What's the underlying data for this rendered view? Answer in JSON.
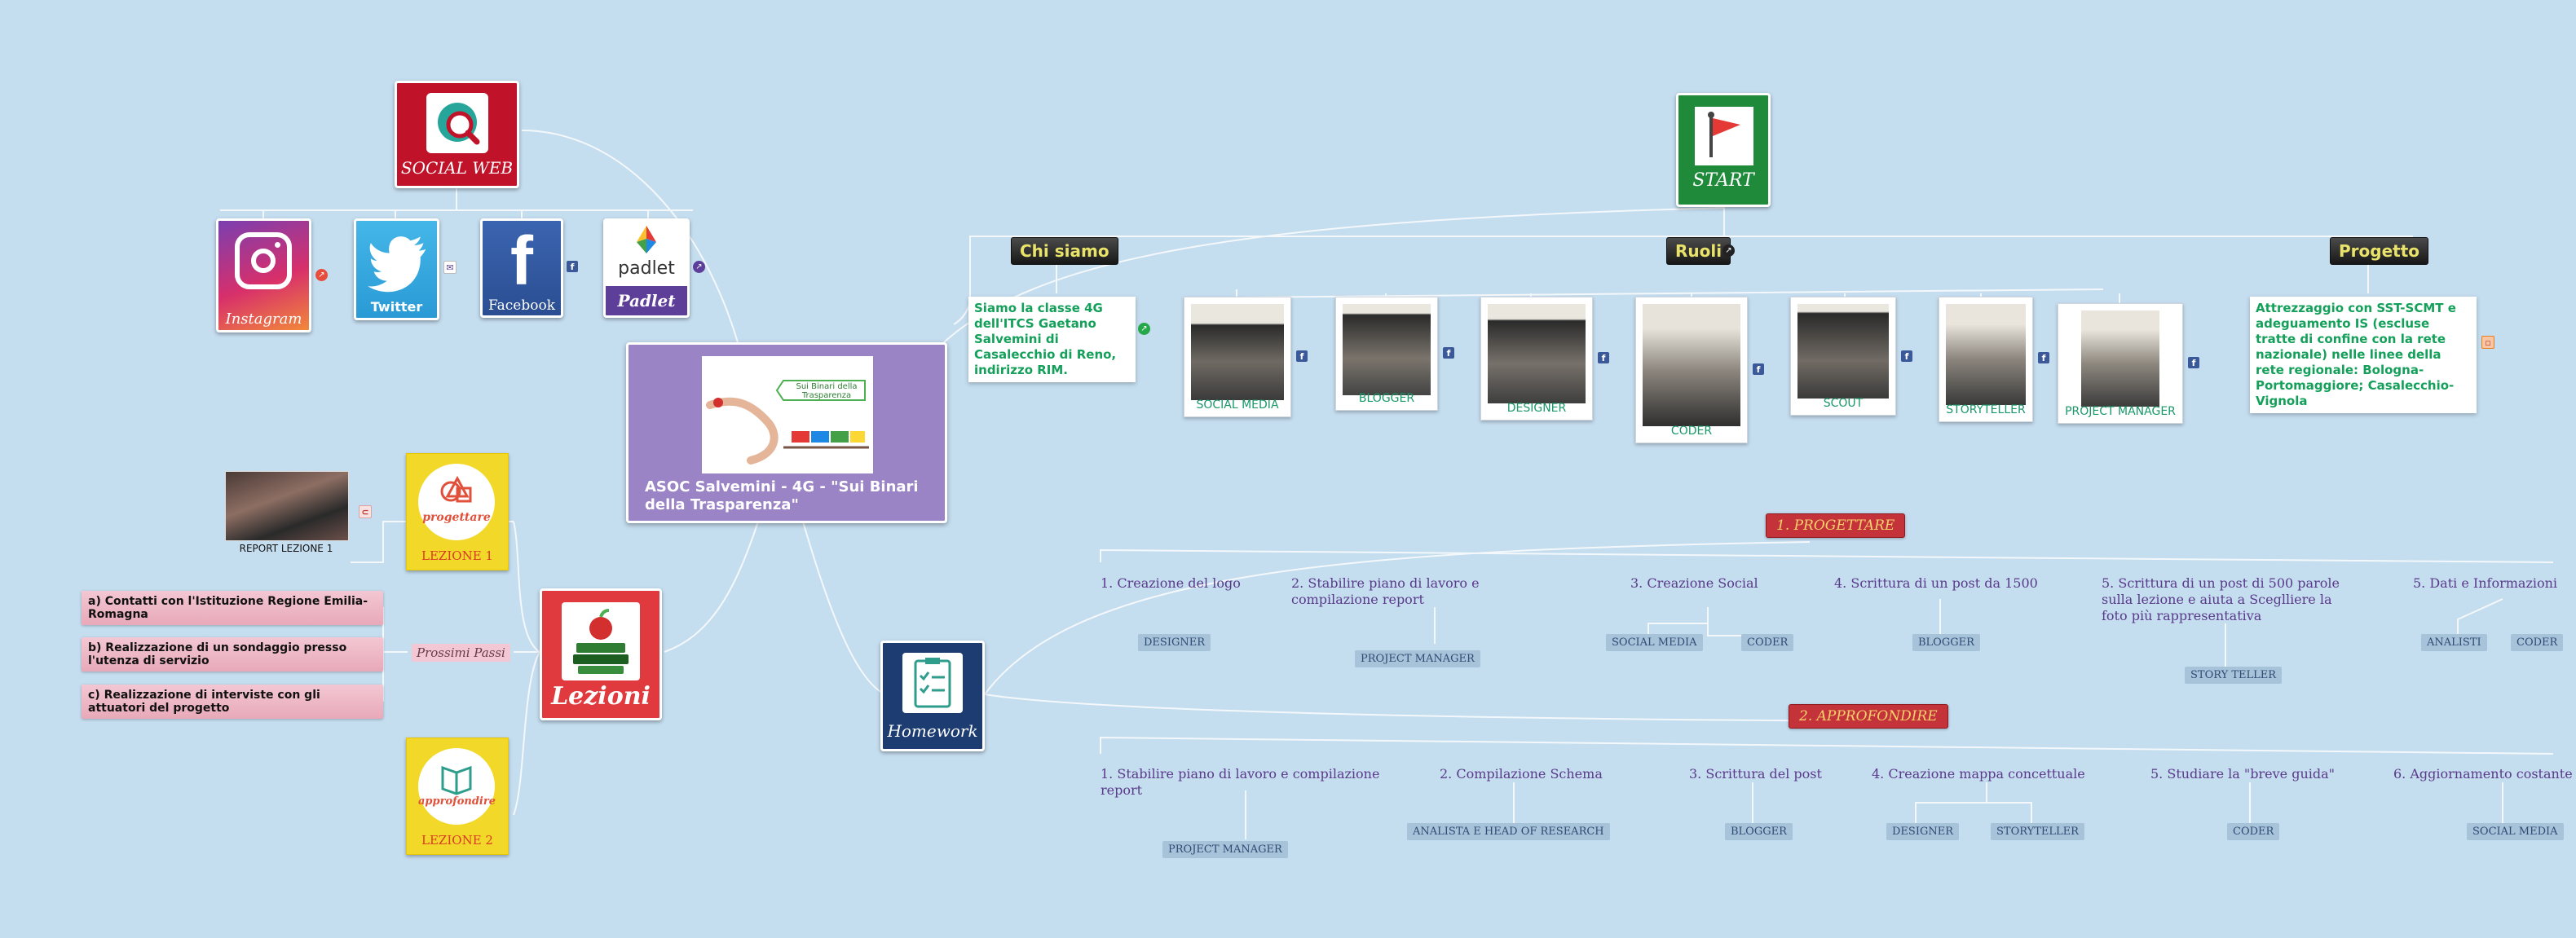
{
  "central": {
    "title": "ASOC Salvemini - 4G - \"Sui Binari della Trasparenza\"",
    "logo_text": "Sui Binari della Trasparenza"
  },
  "social_web": {
    "label": "SOCIAL WEB"
  },
  "social_items": [
    {
      "label": "Instagram"
    },
    {
      "label": "Twitter"
    },
    {
      "label": "Facebook"
    },
    {
      "label": "Padlet",
      "logo_word": "padlet"
    }
  ],
  "start": {
    "label": "START"
  },
  "headers": {
    "chi_siamo": "Chi siamo",
    "ruoli": "Ruoli",
    "progetto": "Progetto"
  },
  "chi_siamo_text": "Siamo la classe 4G dell'ITCS Gaetano Salvemini di Casalecchio di Reno, indirizzo RIM.",
  "progetto_text": "Attrezzaggio con SST-SCMT e adeguamento IS (escluse tratte di confine con la rete nazionale) nelle linee della rete regionale: Bologna-Portomaggiore; Casalecchio-Vignola",
  "roles": [
    "SOCIAL MEDIA",
    "BLOGGER",
    "DESIGNER",
    "CODER",
    "SCOUT",
    "STORYTELLER",
    "PROJECT MANAGER"
  ],
  "lezioni": {
    "label": "Lezioni",
    "prossimi_passi": "Prossimi Passi"
  },
  "report": {
    "label": "REPORT LEZIONE 1"
  },
  "lessons": [
    {
      "badge": "progettare",
      "label": "LEZIONE 1"
    },
    {
      "badge": "approfondire",
      "label": "LEZIONE 2"
    }
  ],
  "next_steps": [
    "a) Contatti con l'Istituzione Regione Emilia-Romagna",
    "b) Realizzazione di un sondaggio presso l'utenza di servizio",
    "c) Realizzazione di interviste con gli attuatori del progetto"
  ],
  "homework": {
    "label": "Homework"
  },
  "section1": {
    "title": "1. PROGETTARE",
    "tasks": [
      {
        "text": "1. Creazione del logo",
        "roles": [
          "DESIGNER"
        ]
      },
      {
        "text": "2. Stabilire piano di lavoro e compilazione report",
        "roles": [
          "PROJECT MANAGER"
        ]
      },
      {
        "text": "3. Creazione Social",
        "roles": [
          "SOCIAL MEDIA",
          "CODER"
        ]
      },
      {
        "text": "4. Scrittura di un post da 1500",
        "roles": [
          "BLOGGER"
        ]
      },
      {
        "text": "5. Scrittura di un post di 500 parole sulla lezione e aiuta a Sceglliere la foto più rappresentativa",
        "roles": [
          "STORY TELLER"
        ]
      },
      {
        "text": "5. Dati e Informazioni",
        "roles": [
          "ANALISTI",
          "CODER"
        ]
      }
    ]
  },
  "section2": {
    "title": "2. APPROFONDIRE",
    "tasks": [
      {
        "text": "1. Stabilire piano di lavoro e compilazione report",
        "roles": [
          "PROJECT MANAGER"
        ]
      },
      {
        "text": "2. Compilazione Schema",
        "roles": [
          "ANALISTA E HEAD OF RESEARCH"
        ]
      },
      {
        "text": "3. Scrittura del post",
        "roles": [
          "BLOGGER"
        ]
      },
      {
        "text": "4. Creazione mappa concettuale",
        "roles": [
          "DESIGNER",
          "STORYTELLER"
        ]
      },
      {
        "text": "5. Studiare la \"breve guida\"",
        "roles": [
          "CODER"
        ]
      },
      {
        "text": "6. Aggiornamento costante",
        "roles": [
          "SOCIAL MEDIA"
        ]
      }
    ]
  },
  "colors": {
    "background": "#c4ddef",
    "central": "#9b84c6",
    "social_web": "#c0132a",
    "start": "#1f8a3a",
    "lezioni": "#e03a3e",
    "homework": "#1d3c72",
    "role_text": "#19986a",
    "section_header": "#c5333a"
  }
}
